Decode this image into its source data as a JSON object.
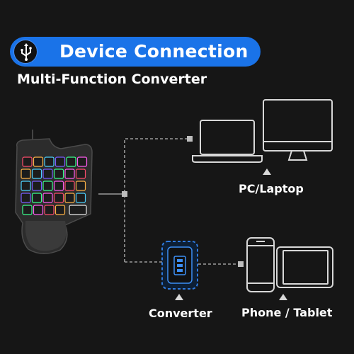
{
  "header": {
    "title": "Device Connection",
    "subtitle": "Multi-Function Converter"
  },
  "icons": {
    "badge_icon": "usb-icon",
    "keyboard": "one-handed-keyboard-icon",
    "laptop": "laptop-icon",
    "monitor": "desktop-monitor-icon",
    "converter": "usb-converter-icon",
    "phone": "phone-icon",
    "tablet": "tablet-icon"
  },
  "labels": {
    "pc_laptop": "PC/Laptop",
    "converter": "Converter",
    "phone_tablet": "Phone / Tablet"
  },
  "colors": {
    "background": "#161616",
    "accent": "#1a73e8",
    "line": "#9a9a9a",
    "device_outline": "#d8d8d8"
  }
}
